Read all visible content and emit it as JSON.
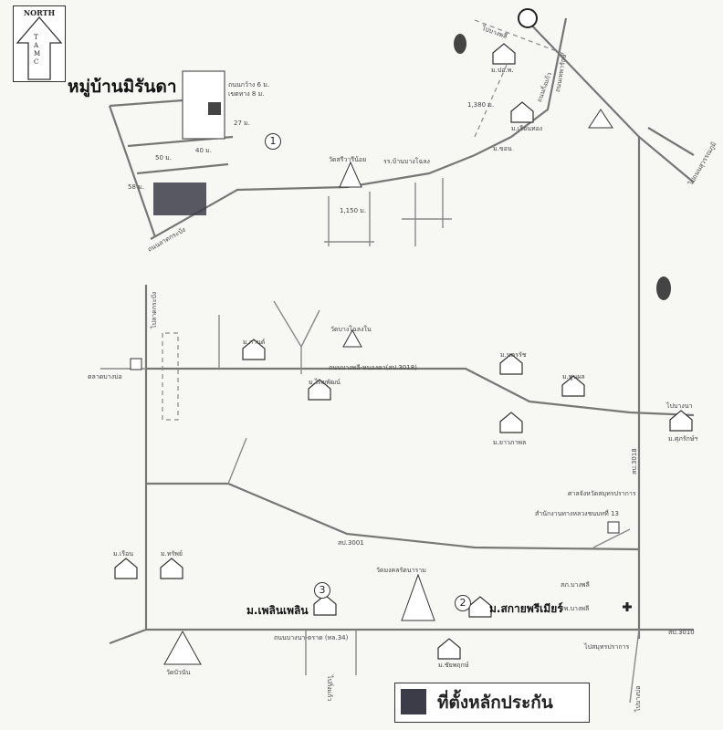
{
  "north": {
    "title": "NORTH",
    "letters": [
      "T",
      "A",
      "M",
      "C"
    ]
  },
  "village_title": "หมู่บ้านมิรันดา",
  "legend": {
    "label": "ที่ตั้งหลักประกัน",
    "swatch_color": "#3c3c48"
  },
  "markers": [
    {
      "n": "1"
    },
    {
      "n": "2"
    },
    {
      "n": "3"
    }
  ],
  "places": {
    "m_phloenphloen": "ม.เพลินเพลิน",
    "m_sakaepremier": "ม.สกายพรีเมียร์",
    "m_chaiyaphruek": "ม.ชัยพฤกษ์",
    "m_yaowaphat": "ม.ยาวภาพล",
    "m_supharuk": "ม.ศุภรักษ์ฯ",
    "m_nakornrat": "ม.นครรัช",
    "m_phoon": "ม.พูนผล",
    "m_kanta": "ม.กานต์",
    "m_thai": "ม.ไทยพัฒน์",
    "m_ruen": "ม.เรือน",
    "m_sap": "ม.ทรัพย์",
    "m_reuan": "ม.เรือนทอง",
    "m_pho": "ม.ปอ.พ.",
    "m_khon": "ม.ขอน",
    "wat_sriwari": "วัดสรีวารีน้อย",
    "wat_bangchalong": "วัดบางโฉลงใน",
    "wat_mongkol": "วัดมงคลรัตนาราม",
    "wat_bang": "วัดบัวนัน",
    "market": "ตลาดบางบ่อ",
    "hospital": "รพ.บางพลี",
    "police": "สภ.บางพลี",
    "office": "สำนักงานทางหลวงชนบทที่ 13",
    "court": "ศาลจังหวัดสมุทรปราการ",
    "school": "รร.บ้านบางโฉลง"
  },
  "roads": {
    "bangna_trat": "ถนนบางนา-ตราด (ทล.34)",
    "bangphli_nonghoi": "ถนนบางพลี-หนองคา(สป.3018)",
    "thepharak": "ถนนเทพารักษ์",
    "kingkaew": "ถนนกิ่งแก้ว",
    "lat_krabang": "ถนนลาดกระบัง",
    "road_to_bangna": "ไปบางนา",
    "road_to_bangbo": "ไปบางบ่อ",
    "road_to_lat": "ไปลาดกระบัง",
    "road_to_samut": "ไปสมุทรปราการ",
    "road_to_bang": "ไปบางพลี",
    "road_to_khao": "ไปกิ่งแก้ว",
    "road_to_north": "ไปถนนสุวรรณภูมิ",
    "to_3018": "สป.3018",
    "to_3001": "สป.3001",
    "to_3010": "สป.3010"
  },
  "distances": {
    "d1": "1,380 ม.",
    "d2": "1,150 ม.",
    "d3": "50 ม.",
    "d4": "40 ม.",
    "d5": "27 ม.",
    "d6": "58 ม.",
    "d7": "ถนนกว้าง 6 ม.",
    "d8": "เขตทาง 8 ม."
  }
}
